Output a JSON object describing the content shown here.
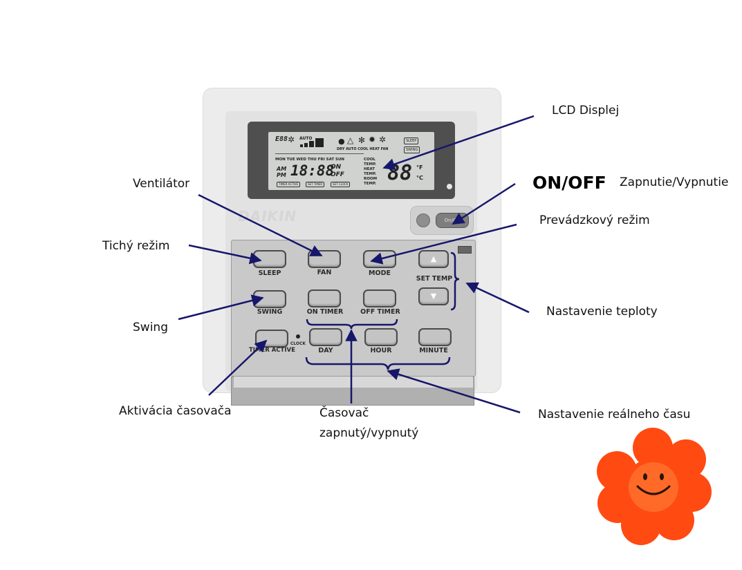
{
  "remote": {
    "brand": "DAIKIN",
    "onoff_button_label": "On/Off",
    "lcd": {
      "code": "E88",
      "fan_auto": "AUTO",
      "mode_labels": "DRY AUTO COOL HEAT FAN",
      "sleep_box": "SLEEP",
      "swing_box": "SWING",
      "days": "MON TUE WED THU FRI SAT SUN",
      "am": "AM",
      "pm": "PM",
      "time": "18:88",
      "on": "ON",
      "off": "OFF",
      "temp_modes": [
        "COOL",
        "TEMP.",
        "HEAT",
        "TEMP.",
        "ROOM",
        "TEMP."
      ],
      "temp_value": "88",
      "unit_f": "°F",
      "unit_c": "°C",
      "boxes": [
        "TIMER ACTIVE",
        "SET TIMER",
        "SET CLOCK"
      ]
    },
    "buttons": {
      "sleep": "SLEEP",
      "fan": "FAN",
      "mode": "MODE",
      "set_temp": "SET TEMP",
      "up": "▲",
      "down": "▼",
      "swing": "SWING",
      "on_timer": "ON TIMER",
      "off_timer": "OFF TIMER",
      "clock": "CLOCK",
      "timer_active": "TIMER ACTIVE",
      "day": "DAY",
      "hour": "HOUR",
      "minute": "MINUTE"
    }
  },
  "callouts": {
    "lcd": "LCD Displej",
    "onoff_title": "ON/OFF",
    "onoff_desc": "Zapnutie/Vypnutie",
    "fan": "Ventilátor",
    "mode": "Prevádzkový režim",
    "sleep": "Tichý režim",
    "set_temp": "Nastavenie teploty",
    "swing": "Swing",
    "timer_active": "Aktivácia časovača",
    "timer_line1": "Časovač",
    "timer_line2": "zapnutý/vypnutý",
    "real_time": "Nastavenie reálneho času"
  },
  "colors": {
    "arrow": "#16166b",
    "flower_petal": "#ff4a12",
    "flower_center": "#ff6a28"
  }
}
